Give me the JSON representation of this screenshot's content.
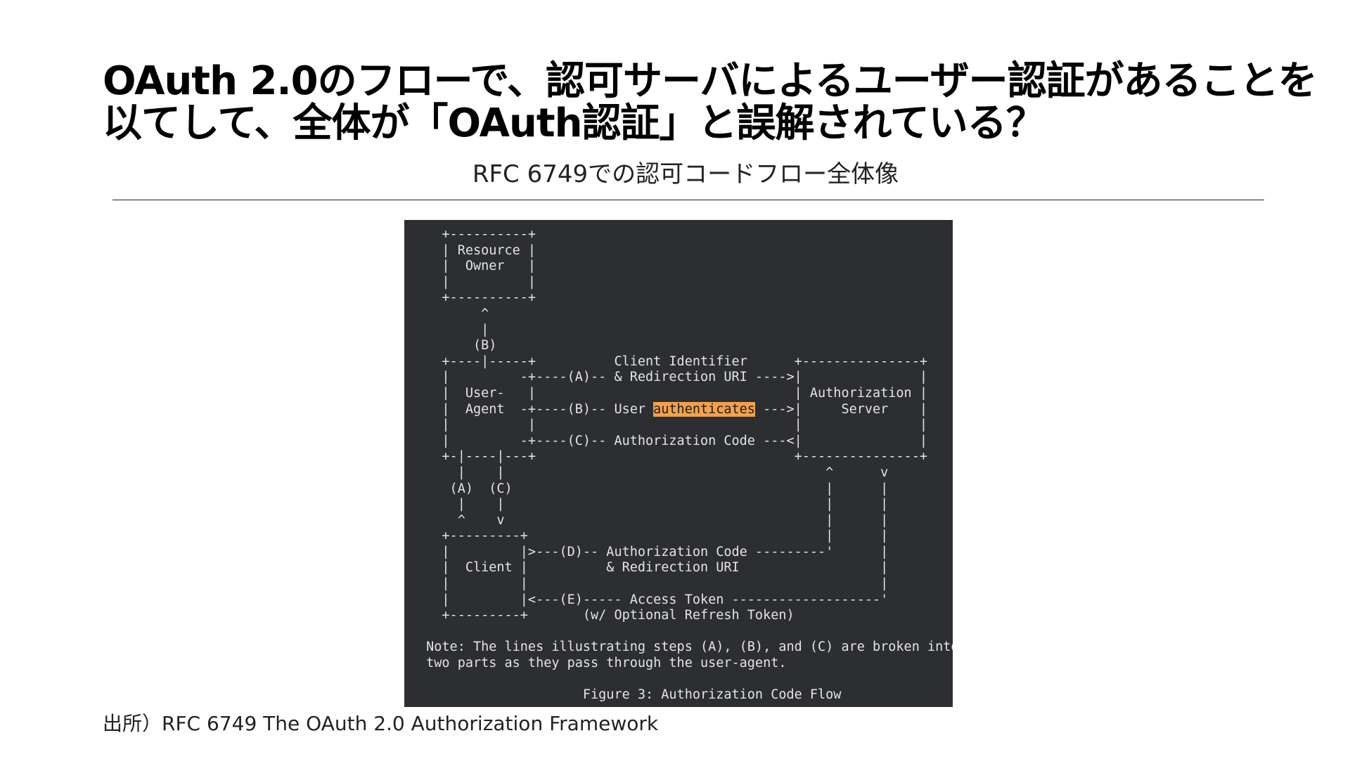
{
  "slide": {
    "title_line1": "OAuth 2.0のフローで、認可サーバによるユーザー認証があることを",
    "title_line2": "以てして、全体が「OAuth認証」と誤解されている？",
    "subtitle": "RFC 6749での認可コードフロー全体像",
    "source": "出所）RFC 6749 The OAuth 2.0 Authorization Framework"
  },
  "figure": {
    "line01": "   +----------+",
    "line02": "   | Resource |",
    "line03": "   |  Owner   |",
    "line04": "   |          |",
    "line05": "   +----------+",
    "line06": "        ^",
    "line07": "        |",
    "line08": "       (B)",
    "line09": "   +----|-----+          Client Identifier      +---------------+",
    "line10": "   |         -+----(A)-- & Redirection URI ---->|               |",
    "line11": "   |  User-   |                                 | Authorization |",
    "line12_a": "   |  Agent  -+----(B)-- User ",
    "line12_hl": "authenticates",
    "line12_b": " --->|     Server    |",
    "line13": "   |          |                                 |               |",
    "line14": "   |         -+----(C)-- Authorization Code ---<|               |",
    "line15": "   +-|----|---+                                 +---------------+",
    "line16": "     |    |                                         ^      v",
    "line17": "    (A)  (C)                                        |      |",
    "line18": "     |    |                                         |      |",
    "line19": "     ^    v                                         |      |",
    "line20": "   +---------+                                      |      |",
    "line21": "   |         |>---(D)-- Authorization Code ---------'      |",
    "line22": "   |  Client |          & Redirection URI                  |",
    "line23": "   |         |                                             |",
    "line24": "   |         |<---(E)----- Access Token -------------------'",
    "line25": "   +---------+       (w/ Optional Refresh Token)",
    "line26": "",
    "line27": " Note: The lines illustrating steps (A), (B), and (C) are broken into",
    "line28": " two parts as they pass through the user-agent.",
    "line29": "",
    "line30": "                     Figure 3: Authorization Code Flow"
  },
  "colors": {
    "figure_background": "#2c2e31",
    "figure_text": "#e4e4e4",
    "highlight": "#f4a14a"
  }
}
